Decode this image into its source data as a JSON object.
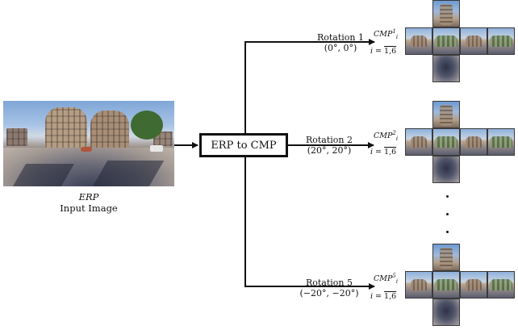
{
  "input": {
    "title": "ERP",
    "subtitle": "Input Image"
  },
  "process": {
    "label": "ERP to CMP"
  },
  "rotations": [
    {
      "name": "Rotation 1",
      "angles": "(0°, 0°)",
      "cmp_base": "CMP",
      "cmp_sup": "1",
      "cmp_sub": "i",
      "index_prefix": "i = ",
      "index_range": "1,6"
    },
    {
      "name": "Rotation 2",
      "angles": "(20°, 20°)",
      "cmp_base": "CMP",
      "cmp_sup": "2",
      "cmp_sub": "i",
      "index_prefix": "i = ",
      "index_range": "1,6"
    },
    {
      "name": "Rotation 5",
      "angles": "(−20°, −20°)",
      "cmp_base": "CMP",
      "cmp_sup": "5",
      "cmp_sub": "i",
      "index_prefix": "i = ",
      "index_range": "1,6"
    }
  ],
  "icons": [
    "erp-panorama-image",
    "cubemap-image",
    "ellipsis-dots"
  ]
}
